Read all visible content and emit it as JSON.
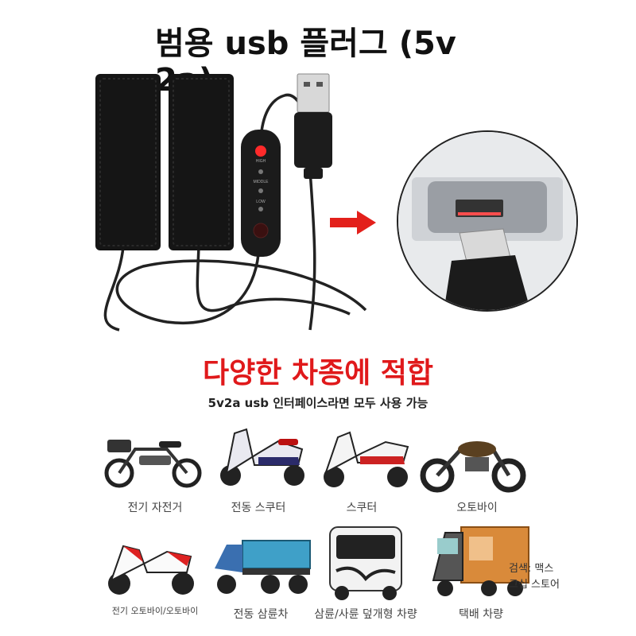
{
  "header": {
    "title": "범용 usb 플러그 (5v 2a)"
  },
  "product": {
    "controller_labels": {
      "high": "HIGH",
      "middle": "MIDDLE",
      "low": "LOW"
    },
    "colors": {
      "pad": "#151515",
      "cable": "#222222",
      "led": "#ff2a2a",
      "arrow": "#e3201b"
    }
  },
  "section": {
    "headline": "다양한 차종에 적합",
    "subline": "5v2a usb 인터페이스라면 모두 사용 가능",
    "headline_color": "#e0191b"
  },
  "vehicles": [
    {
      "label": "전기 자전거"
    },
    {
      "label": "전동 스쿠터"
    },
    {
      "label": "스쿠터"
    },
    {
      "label": "오토바이"
    },
    {
      "label": "전기 오토바이/오토바이"
    },
    {
      "label": "전동 삼륜차"
    },
    {
      "label": "삼륜/사륜 덮개형 차량"
    },
    {
      "label": "택배 차량"
    }
  ],
  "watermark": {
    "line1": "검색: 맥스",
    "line2": "그십 스토어"
  }
}
